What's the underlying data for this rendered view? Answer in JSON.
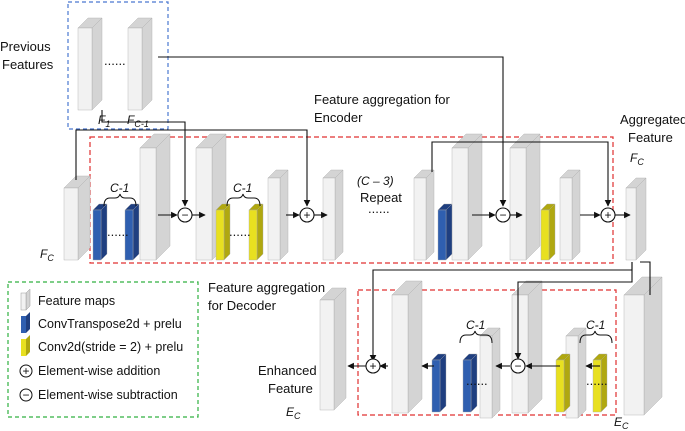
{
  "colors": {
    "feature_face": "#f2f2f2",
    "feature_side": "#d4d4d4",
    "deconv_face": "#2f5fb0",
    "deconv_side": "#1f3f80",
    "conv_face": "#e8e020",
    "conv_side": "#b0a810",
    "encoder_box": "#e03030",
    "previous_box": "#4a78d0",
    "legend_box": "#30b040"
  },
  "labels": {
    "previous_features_line1": "Previous",
    "previous_features_line2": "Features",
    "f1": "F",
    "f1_sub": "1",
    "fc1": "F",
    "fc1_sub": "C-1",
    "dots_prev": "......",
    "encoder_title_line1": "Feature aggregation for",
    "encoder_title_line2": "Encoder",
    "aggregated_line1": "Aggregated",
    "aggregated_line2": "Feature",
    "fc_right": "F",
    "fc_right_sub": "C",
    "fc_left": "F",
    "fc_left_sub": "C",
    "c1_a": "C-1",
    "c1_b": "C-1",
    "c1_c": "C-1",
    "c1_d": "C-1",
    "dots": "......",
    "repeat_line1": "(C  – 3)",
    "repeat_line2": "Repeat",
    "decoder_title_line1": "Feature aggregation",
    "decoder_title_line2": "for Decoder",
    "enhanced_line1": "Enhanced",
    "enhanced_line2": "Feature",
    "ec_left": "E",
    "ec_left_sub": "C",
    "ec_right": "E",
    "ec_right_sub": "C",
    "minus": "−",
    "plus": "+"
  },
  "legend": {
    "items": [
      {
        "label": "Feature maps",
        "icon": "feature-map-icon"
      },
      {
        "label": "ConvTranspose2d + prelu",
        "icon": "conv-transpose-icon"
      },
      {
        "label": "Conv2d(stride = 2) + prelu",
        "icon": "conv2d-icon"
      },
      {
        "label": "Element-wise addition",
        "icon": "plus-circle-icon"
      },
      {
        "label": "Element-wise subtraction",
        "icon": "minus-circle-icon"
      }
    ]
  }
}
